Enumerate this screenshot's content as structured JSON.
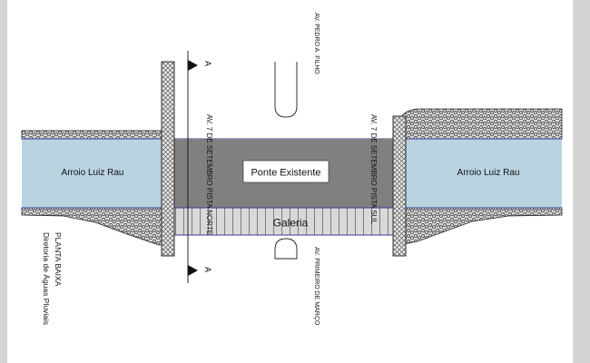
{
  "drawing": {
    "title": "PLANTA BAIXA",
    "subtitle": "Diretoria de Águas Pluviais",
    "section_marker": "A",
    "colors": {
      "frame_background": "#d4d4d4",
      "sheet": "#ffffff",
      "water": "#b9d3e0",
      "bridge": "#808080",
      "gallery": "#d9d9d9",
      "riprap_fill": "#d6d6d6",
      "outline": "#1c1c1c",
      "water_edge": "#3a3f9a"
    }
  },
  "labels": {
    "river_left": "Arroio Luiz Rau",
    "river_right": "Arroio Luiz Rau",
    "bridge": "Ponte Existente",
    "gallery": "Galeria",
    "street_top": "AV. PEDRO A. FILHO",
    "street_bottom": "AV. PRIMEIRO DE MARÇO",
    "avenue_north": "AV. 7 DE SETEMBRO PISTA NORTE",
    "avenue_south": "AV. 7 DE SETEMBRO PISTA SUL"
  }
}
